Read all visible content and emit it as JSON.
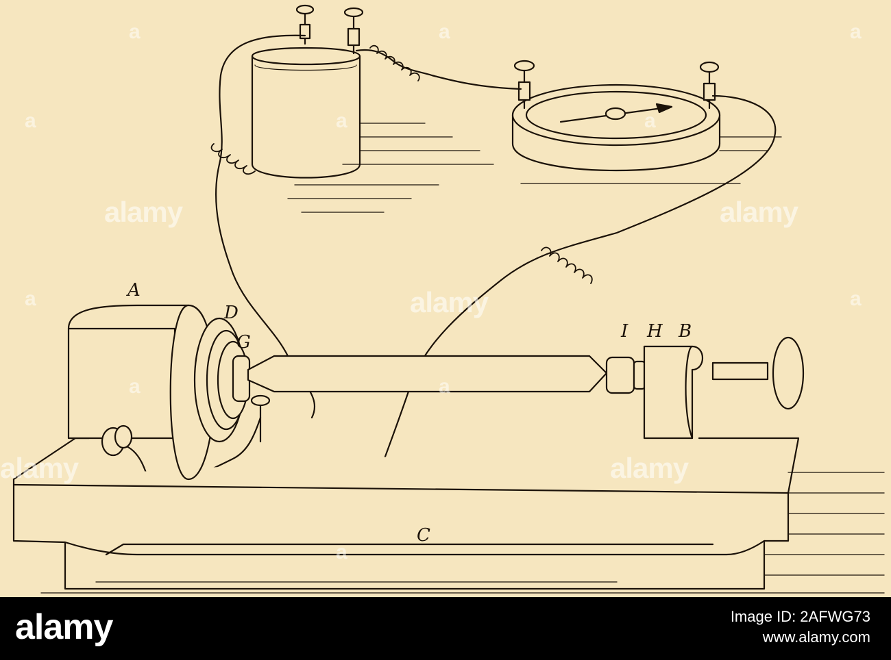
{
  "labels": {
    "A": "A",
    "B": "B",
    "C": "C",
    "D": "D",
    "G": "G",
    "H": "H",
    "I": "I"
  },
  "watermark": "alamy",
  "watermark_a": "a",
  "footer": {
    "brand": "alamy",
    "image_id": "Image ID: 2AFWG73",
    "site": "www.alamy.com"
  },
  "colors": {
    "paper": "#f6e6bf",
    "ink": "#1b1209",
    "footer": "#000000"
  }
}
